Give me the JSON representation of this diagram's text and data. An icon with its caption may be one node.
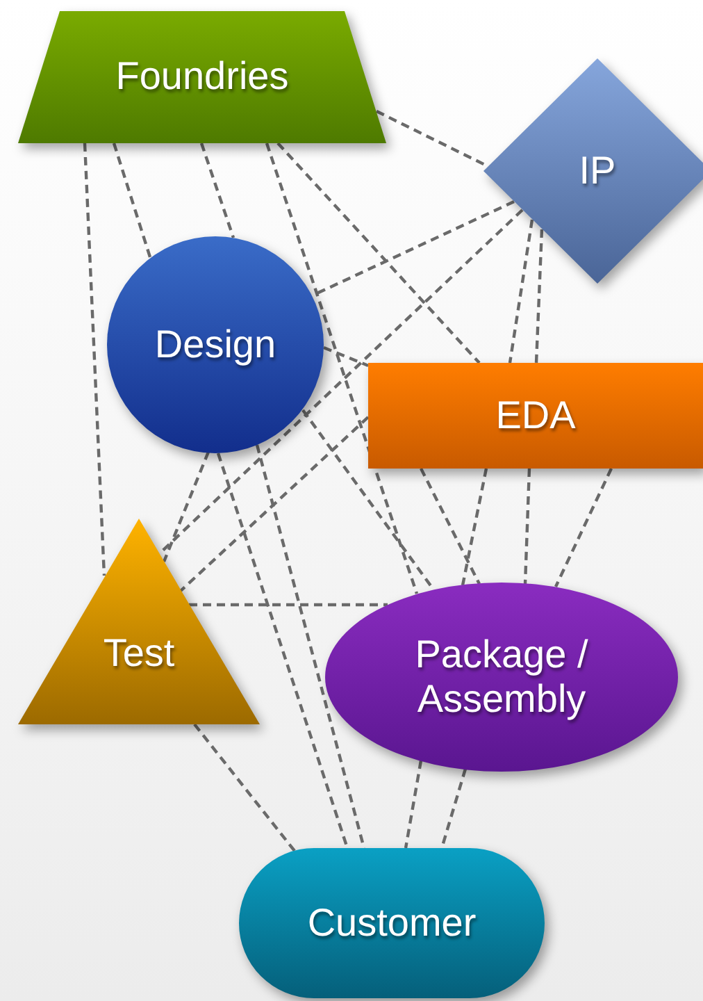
{
  "diagram": {
    "nodes": [
      {
        "text": [
          "Foundries"
        ]
      },
      {
        "text": [
          "IP"
        ]
      },
      {
        "text": [
          "Design"
        ]
      },
      {
        "text": [
          "EDA"
        ]
      },
      {
        "text": [
          "Test"
        ]
      },
      {
        "text": [
          "Package / Assembly"
        ]
      },
      {
        "text": [
          "Customer"
        ]
      }
    ],
    "edges": [
      {
        "from": 0,
        "to": 1,
        "arrow": "none"
      },
      {
        "from": 0,
        "to": 2,
        "arrow": "none"
      },
      {
        "from": 0,
        "to": 2,
        "arrow": "none"
      },
      {
        "from": 0,
        "to": 3,
        "arrow": "none"
      },
      {
        "from": 0,
        "to": 4,
        "arrow": "none"
      },
      {
        "from": 0,
        "to": 5,
        "arrow": "none"
      },
      {
        "from": 1,
        "to": 2,
        "arrow": "none"
      },
      {
        "from": 1,
        "to": 3,
        "arrow": "none"
      },
      {
        "from": 1,
        "to": 3,
        "arrow": "none"
      },
      {
        "from": 1,
        "to": 4,
        "arrow": "none"
      },
      {
        "from": 2,
        "to": 3,
        "arrow": "none"
      },
      {
        "from": 2,
        "to": 4,
        "arrow": "none"
      },
      {
        "from": 2,
        "to": 5,
        "arrow": "none"
      },
      {
        "from": 2,
        "to": 6,
        "arrow": "none"
      },
      {
        "from": 2,
        "to": 6,
        "arrow": "none"
      },
      {
        "from": 3,
        "to": 4,
        "arrow": "none"
      },
      {
        "from": 3,
        "to": 5,
        "arrow": "none"
      },
      {
        "from": 3,
        "to": 5,
        "arrow": "none"
      },
      {
        "from": 3,
        "to": 5,
        "arrow": "none"
      },
      {
        "from": 3,
        "to": 5,
        "arrow": "none"
      },
      {
        "from": 4,
        "to": 5,
        "arrow": "none"
      },
      {
        "from": 4,
        "to": 6,
        "arrow": "none"
      },
      {
        "from": 5,
        "to": 6,
        "arrow": "none"
      },
      {
        "from": 5,
        "to": 6,
        "arrow": "none"
      }
    ]
  }
}
